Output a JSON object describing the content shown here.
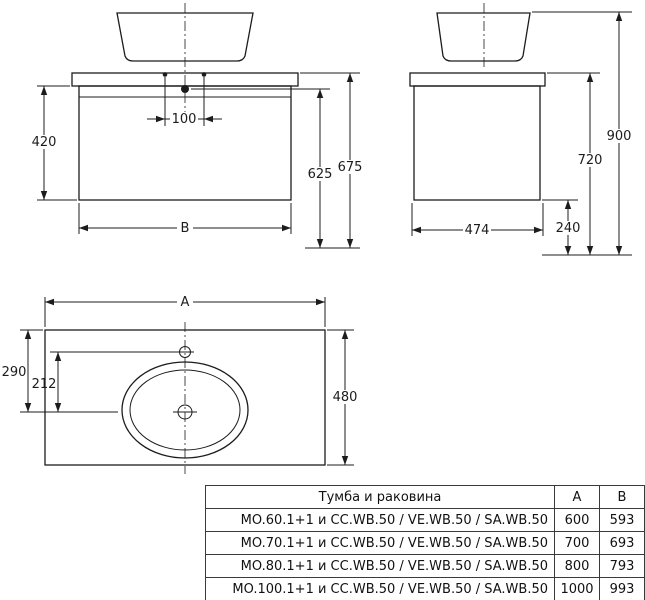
{
  "drawing": {
    "front_view": {
      "cabinet_height": "420",
      "hole_spacing": "100",
      "faucet_height": "625",
      "countertop_height": "675",
      "width_label": "B"
    },
    "side_view": {
      "depth": "474",
      "bottom_clearance": "240",
      "worktop_height": "720",
      "overall_height": "900"
    },
    "top_view": {
      "width_label": "A",
      "edge_to_drain": "290",
      "faucet_to_drain": "212",
      "depth": "480"
    }
  },
  "table": {
    "header": {
      "name": "Тумба и раковина",
      "col_a": "A",
      "col_b": "B"
    },
    "rows": [
      {
        "name": "MO.60.1+1 и CC.WB.50 / VE.WB.50 / SA.WB.50",
        "a": "600",
        "b": "593"
      },
      {
        "name": "MO.70.1+1 и CC.WB.50 / VE.WB.50 / SA.WB.50",
        "a": "700",
        "b": "693"
      },
      {
        "name": "MO.80.1+1 и CC.WB.50 / VE.WB.50 / SA.WB.50",
        "a": "800",
        "b": "793"
      },
      {
        "name": "MO.100.1+1 и CC.WB.50 / VE.WB.50 / SA.WB.50",
        "a": "1000",
        "b": "993"
      }
    ]
  }
}
